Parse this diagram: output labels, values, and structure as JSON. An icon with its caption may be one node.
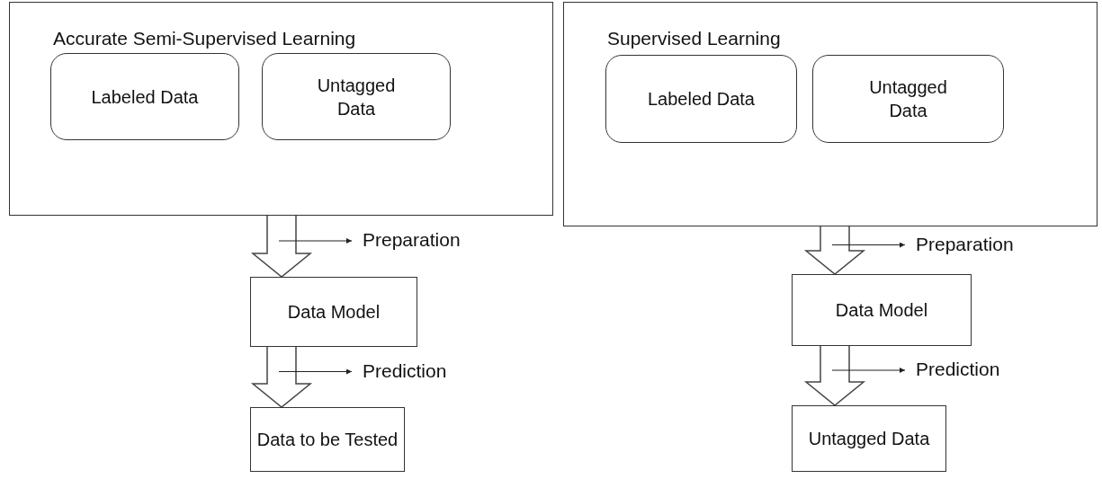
{
  "diagram": {
    "nodes": [
      {
        "text": [
          "Accurate Semi-Supervised Learning"
        ]
      },
      {
        "text": [
          "Labeled Data"
        ],
        "in": 0
      },
      {
        "text": [
          "Untagged Data"
        ],
        "in": 0
      },
      {
        "text": [
          "Supervised Learning"
        ]
      },
      {
        "text": [
          "Labeled Data"
        ],
        "in": 3
      },
      {
        "text": [
          "Untagged Data"
        ],
        "in": 3
      },
      {
        "text": [
          "Data Model"
        ]
      },
      {
        "text": [
          "Data to be Tested"
        ]
      },
      {
        "text": [
          "Data Model"
        ]
      },
      {
        "text": [
          "Untagged Data"
        ]
      }
    ],
    "edges": [
      {
        "from": 0,
        "to": 6,
        "arrow": "to",
        "label": "Preparation",
        "style": "thick"
      },
      {
        "from": 6,
        "to": 7,
        "arrow": "to",
        "label": "Prediction",
        "style": "thick"
      },
      {
        "from": 3,
        "to": 8,
        "arrow": "to",
        "label": "Preparation",
        "style": "thick"
      },
      {
        "from": 8,
        "to": 9,
        "arrow": "to",
        "label": "Prediction",
        "style": "thick"
      }
    ]
  }
}
